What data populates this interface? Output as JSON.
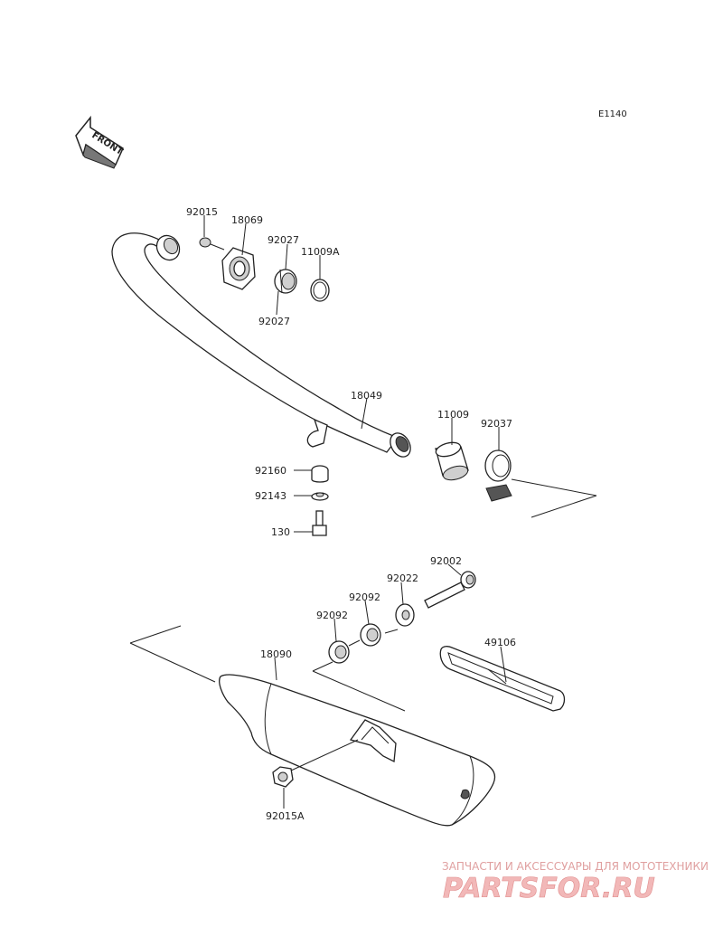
{
  "diagram": {
    "code": "E1140",
    "front_label": "FRONT",
    "parts": [
      {
        "id": "92015",
        "label": "92015"
      },
      {
        "id": "18069",
        "label": "18069"
      },
      {
        "id": "92027a",
        "label": "92027"
      },
      {
        "id": "11009A",
        "label": "11009A"
      },
      {
        "id": "92027b",
        "label": "92027"
      },
      {
        "id": "18049",
        "label": "18049"
      },
      {
        "id": "11009",
        "label": "11009"
      },
      {
        "id": "92037",
        "label": "92037"
      },
      {
        "id": "92160",
        "label": "92160"
      },
      {
        "id": "92143",
        "label": "92143"
      },
      {
        "id": "130",
        "label": "130"
      },
      {
        "id": "92002",
        "label": "92002"
      },
      {
        "id": "92022",
        "label": "92022"
      },
      {
        "id": "92092a",
        "label": "92092"
      },
      {
        "id": "92092b",
        "label": "92092"
      },
      {
        "id": "49106",
        "label": "49106"
      },
      {
        "id": "18090",
        "label": "18090"
      },
      {
        "id": "92015A",
        "label": "92015A"
      }
    ]
  },
  "watermark": {
    "subtitle": "ЗАПЧАСТИ И АКСЕССУАРЫ ДЛЯ МОТОТЕХНИКИ",
    "logo": "PARTSFOR.RU"
  }
}
